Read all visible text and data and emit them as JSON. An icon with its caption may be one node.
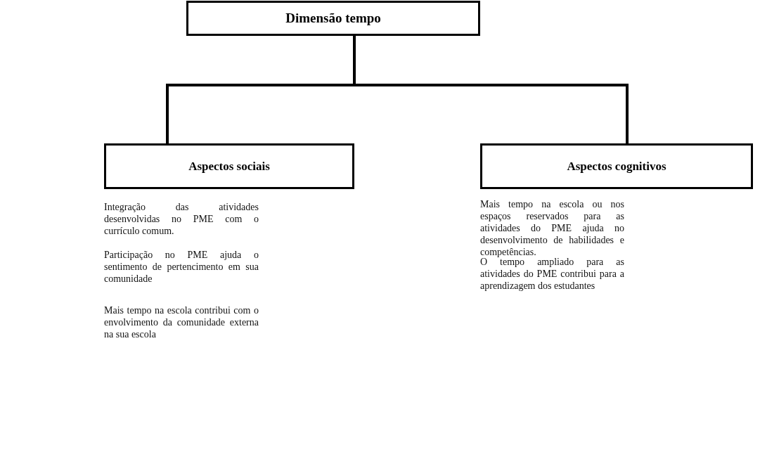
{
  "diagram": {
    "nodes": [
      {
        "text": [
          "Dimensão tempo"
        ]
      },
      {
        "text": [
          "Aspectos sociais"
        ]
      },
      {
        "text": [
          "Aspectos cognitivos"
        ]
      }
    ],
    "edges": [
      {
        "from": 0,
        "to": 1,
        "arrow": "none"
      },
      {
        "from": 0,
        "to": 2,
        "arrow": "none"
      }
    ],
    "labels": [
      "Integração das atividades desenvolvidas no PME com o currículo comum.",
      "Participação no PME ajuda o sentimento de pertencimento em sua comunidade",
      "Mais tempo na escola contribui com o envolvimento da comunidade externa na sua escola",
      "Mais tempo na escola ou nos espaços reservados para as atividades do PME ajuda no desenvolvimento de habilidades e competências.",
      "O tempo ampliado para as atividades do PME contribui para a aprendizagem dos estudantes"
    ]
  }
}
